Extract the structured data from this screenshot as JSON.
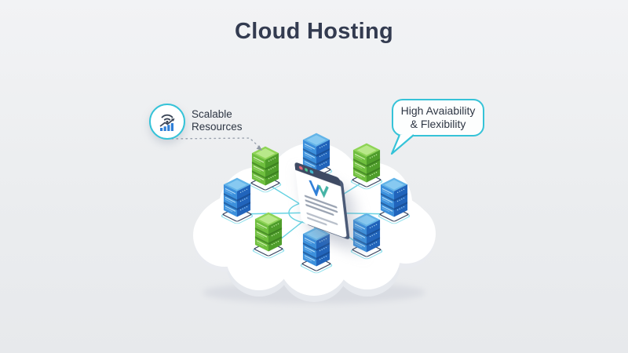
{
  "page": {
    "title": "Cloud Hosting",
    "background_color": "#ebedef"
  },
  "accent_colors": {
    "callout_cyan": "#35c3d8",
    "connection_cyan": "#66d2e2",
    "server_blue": "#2e7fd6",
    "server_green": "#6fc53e",
    "title_dark": "#333b50"
  },
  "callouts": {
    "scalable": {
      "icon": "wifi-growth-chart-icon",
      "line1": "Scalable",
      "line2": "Resources"
    },
    "availability": {
      "line1": "High Avaiability",
      "line2": "& Flexibility"
    }
  },
  "diagram": {
    "cloud": "cloud-shape",
    "center_node": {
      "name": "hosted-website-window",
      "icon": "w-logo-icon",
      "logo_letter": "W",
      "window_dots": [
        "#e5697a",
        "#4cc98e",
        "#3fb9cf"
      ]
    },
    "servers": [
      {
        "id": "server-top",
        "color": "blue"
      },
      {
        "id": "server-top-left",
        "color": "green"
      },
      {
        "id": "server-top-right",
        "color": "green"
      },
      {
        "id": "server-left",
        "color": "blue"
      },
      {
        "id": "server-right",
        "color": "blue"
      },
      {
        "id": "server-bottom-left",
        "color": "green"
      },
      {
        "id": "server-bottom-right",
        "color": "blue"
      },
      {
        "id": "server-bottom",
        "color": "blue"
      }
    ]
  }
}
